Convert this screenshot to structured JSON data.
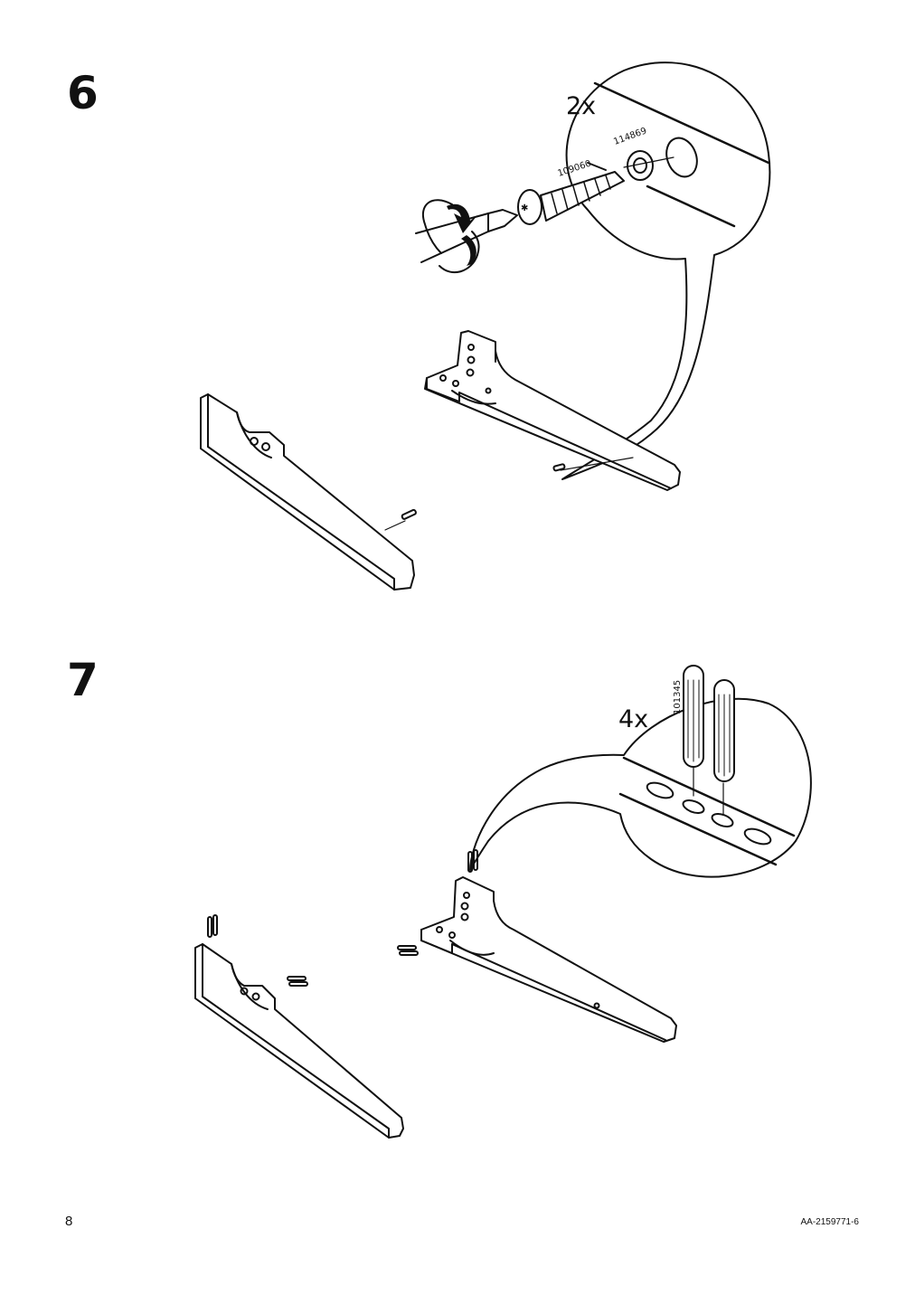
{
  "steps": [
    {
      "number": "6",
      "callout": {
        "quantity": "2x",
        "part_screw": "109060",
        "part_washer": "114869"
      }
    },
    {
      "number": "7",
      "callout": {
        "quantity": "4x",
        "part_dowel": "101345"
      }
    }
  ],
  "footer": {
    "page_number": "8",
    "document_code": "AA-2159771-6"
  },
  "icons": [
    "screwdriver-icon",
    "rotation-arrow-icon",
    "screw-icon",
    "washer-icon",
    "dowel-icon",
    "wooden-leg-part"
  ]
}
